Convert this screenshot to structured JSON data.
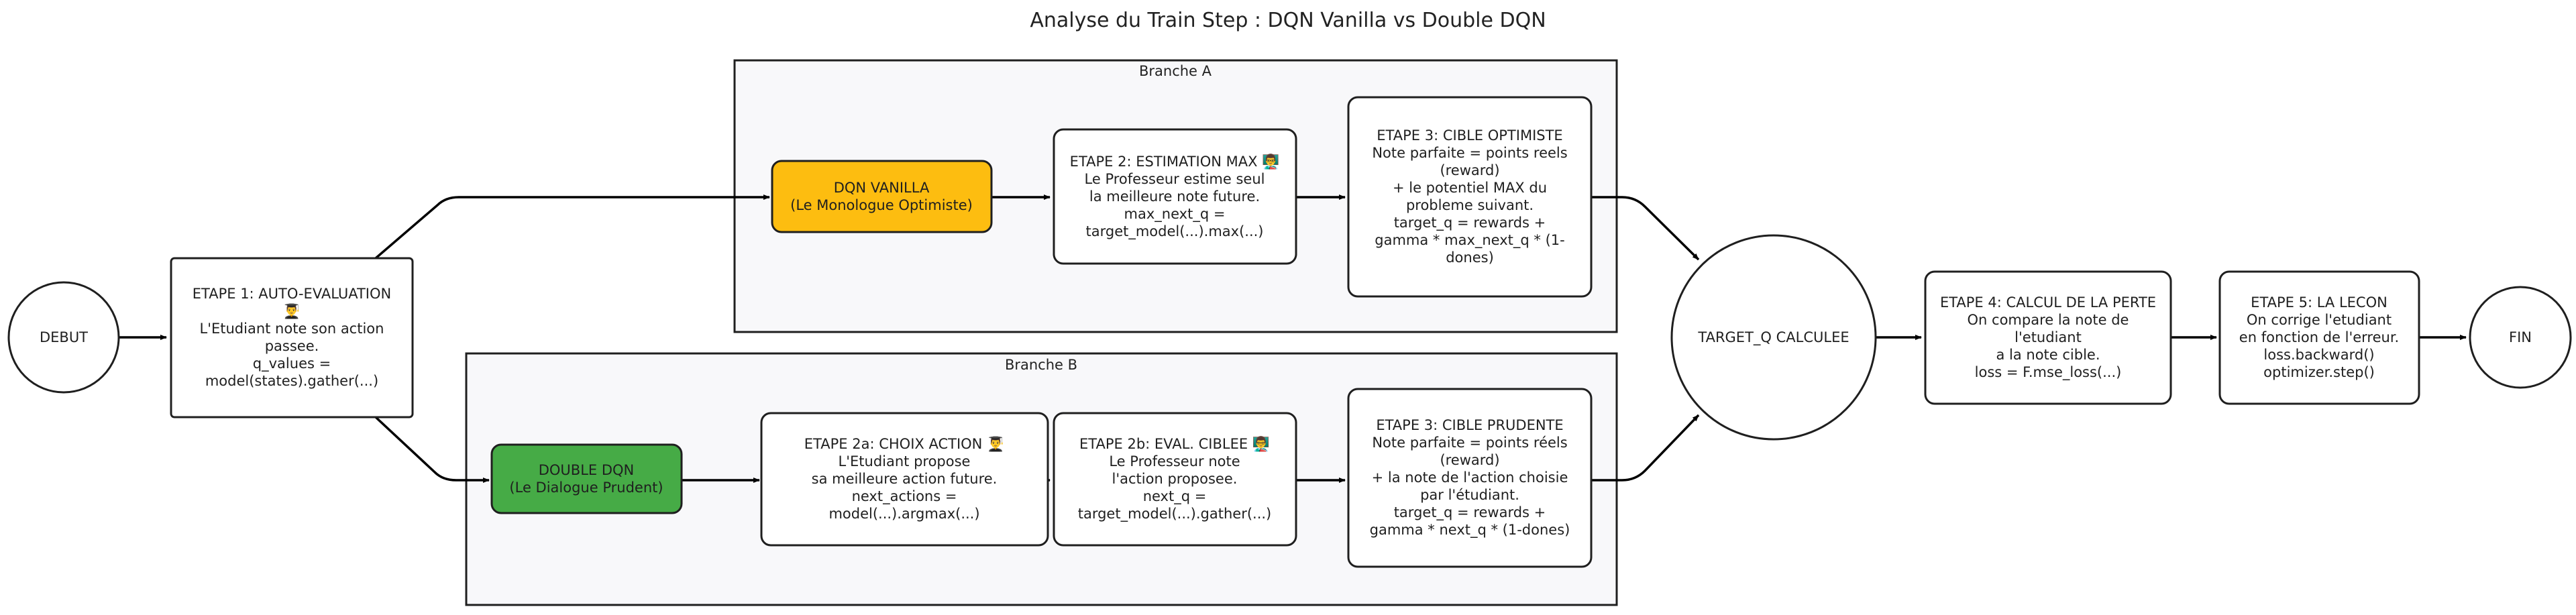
{
  "title": "Analyse du Train Step : DQN Vanilla vs Double DQN",
  "colors": {
    "vanilla": "#fdbd10",
    "double": "#46ab46",
    "cluster_bg": "#f8f8fa"
  },
  "clusters": {
    "a": {
      "label": "Branche A"
    },
    "b": {
      "label": "Branche B"
    }
  },
  "nodes": {
    "debut": {
      "lines": [
        "DEBUT"
      ]
    },
    "e1": {
      "lines": [
        "ETAPE 1: AUTO-EVALUATION",
        "👨‍🎓",
        "L'Etudiant note son action",
        "passee.",
        "q_values =",
        "model(states).gather(...)"
      ]
    },
    "dqn_vanilla": {
      "lines": [
        "DQN VANILLA",
        "(Le Monologue Optimiste)"
      ]
    },
    "a2": {
      "lines": [
        "ETAPE 2: ESTIMATION MAX 👨‍🏫",
        "Le Professeur estime seul",
        "la meilleure note future.",
        "max_next_q =",
        "target_model(...).max(...)"
      ]
    },
    "a3": {
      "lines": [
        "ETAPE 3: CIBLE OPTIMISTE",
        "Note parfaite = points reels",
        "(reward)",
        "+ le potentiel MAX du",
        "probleme suivant.",
        "target_q = rewards +",
        "gamma * max_next_q * (1-",
        "dones)"
      ]
    },
    "double_dqn": {
      "lines": [
        "DOUBLE DQN",
        "(Le Dialogue Prudent)"
      ]
    },
    "b2a": {
      "lines": [
        "ETAPE 2a: CHOIX ACTION 👨‍🎓",
        "L'Etudiant propose",
        "sa meilleure action future.",
        "next_actions =",
        "model(...).argmax(...)"
      ]
    },
    "b2b": {
      "lines": [
        "ETAPE 2b: EVAL. CIBLEE 👨‍🏫",
        "Le Professeur note",
        "l'action proposee.",
        "next_q =",
        "target_model(...).gather(...)"
      ]
    },
    "b3": {
      "lines": [
        "ETAPE 3: CIBLE PRUDENTE",
        "Note parfaite = points réels",
        "(reward)",
        "+ la note de l'action choisie",
        "par l'étudiant.",
        "target_q = rewards +",
        "gamma * next_q * (1-dones)"
      ]
    },
    "target": {
      "lines": [
        "TARGET_Q CALCULEE"
      ]
    },
    "e4": {
      "lines": [
        "ETAPE 4: CALCUL DE LA PERTE",
        "On compare la note de",
        "l'etudiant",
        "a la note cible.",
        "loss = F.mse_loss(...)"
      ]
    },
    "e5": {
      "lines": [
        "ETAPE 5: LA LECON",
        "On corrige l'etudiant",
        "en fonction de l'erreur.",
        "loss.backward()",
        "optimizer.step()"
      ]
    },
    "fin": {
      "lines": [
        "FIN"
      ]
    }
  }
}
